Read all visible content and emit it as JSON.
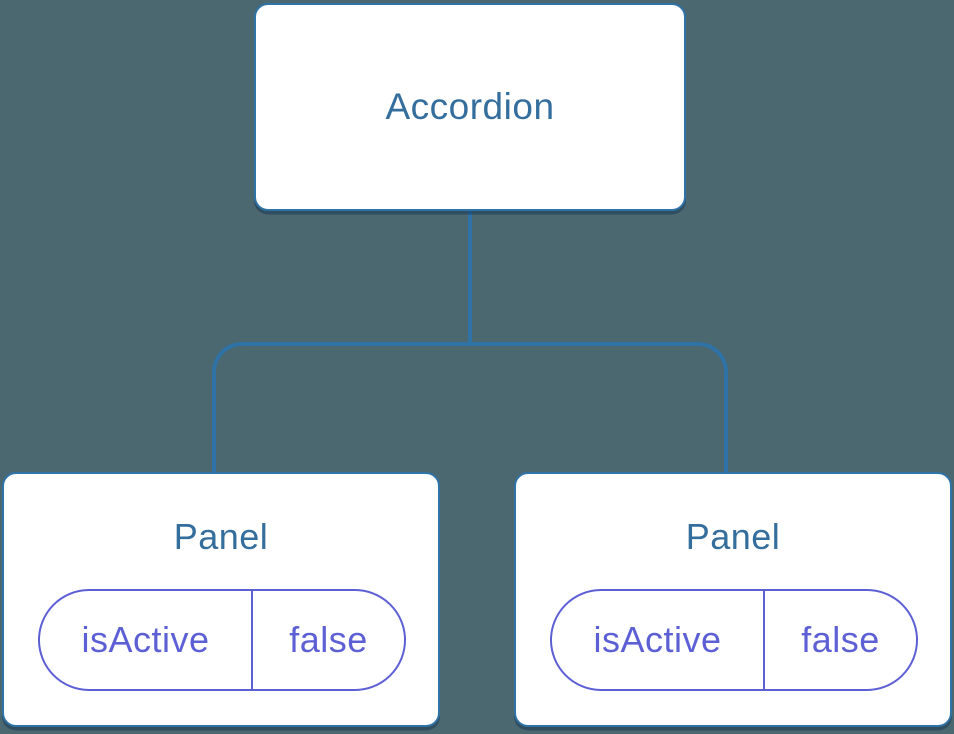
{
  "diagram": {
    "type": "component-tree",
    "root": {
      "label": "Accordion"
    },
    "children": [
      {
        "label": "Panel",
        "state": {
          "key": "isActive",
          "value": "false"
        }
      },
      {
        "label": "Panel",
        "state": {
          "key": "isActive",
          "value": "false"
        }
      }
    ]
  },
  "colors": {
    "background": "#4b6770",
    "node_fill": "#ffffff",
    "node_border": "#2e72a6",
    "node_text": "#346e9d",
    "connector": "#2e72a6",
    "state_accent": "#5d60d4"
  }
}
